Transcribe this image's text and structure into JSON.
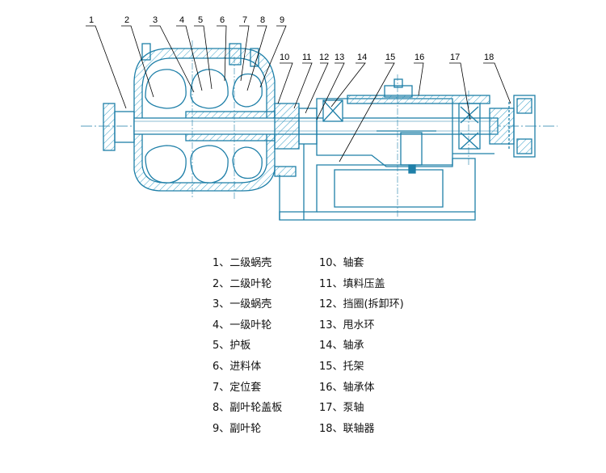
{
  "callouts": [
    "1",
    "2",
    "3",
    "4",
    "5",
    "6",
    "7",
    "8",
    "9",
    "10",
    "11",
    "12",
    "13",
    "14",
    "15",
    "16",
    "17",
    "18"
  ],
  "legend_left": [
    "1、二级蜗壳",
    "2、二级叶轮",
    "3、一级蜗壳",
    "4、一级叶轮",
    "5、护板",
    "6、进料体",
    "7、定位套",
    "8、副叶轮盖板",
    "9、副叶轮"
  ],
  "legend_right": [
    "10、轴套",
    "11、填料压盖",
    "12、挡圈(拆卸环)",
    "13、甩水环",
    "14、轴承",
    "15、托架",
    "16、轴承体",
    "17、泵轴",
    "18、联轴器"
  ],
  "colors": {
    "drawing": "#1e7fa8",
    "hatch": "#3aa0c8",
    "leader": "#000000",
    "fill": "#dff1f8"
  }
}
